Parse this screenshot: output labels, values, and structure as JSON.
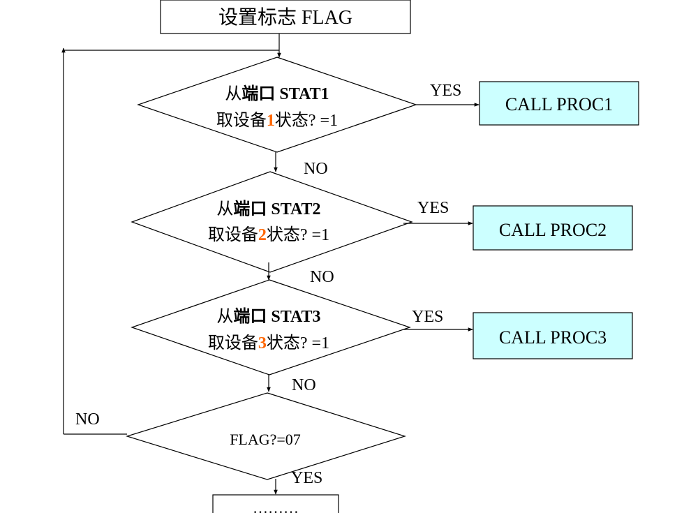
{
  "colors": {
    "process_fill": "#ffffff",
    "call_fill": "#ccffff",
    "stroke": "#000000",
    "highlight_digit": "#ff6600",
    "text": "#000000"
  },
  "start": {
    "label": "设置标志 FLAG"
  },
  "decisions": [
    {
      "prefix": "从",
      "port_word": "端口",
      "port": "STAT1",
      "line2_pre": "取设备",
      "digit": "1",
      "line2_post": "状态? =1",
      "no_label": "NO",
      "yes_label": "YES"
    },
    {
      "prefix": "从",
      "port_word": "端口",
      "port": "STAT2",
      "line2_pre": "取设备",
      "digit": "2",
      "line2_post": "状态? =1",
      "no_label": "NO",
      "yes_label": "YES"
    },
    {
      "prefix": "从",
      "port_word": "端口",
      "port": "STAT3",
      "line2_pre": "取设备",
      "digit": "3",
      "line2_post": "状态? =1",
      "no_label": "NO",
      "yes_label": "YES"
    }
  ],
  "calls": [
    {
      "label": "CALL PROC1"
    },
    {
      "label": "CALL PROC2"
    },
    {
      "label": "CALL PROC3"
    }
  ],
  "final_decision": {
    "label": "FLAG?=07",
    "no_label": "NO",
    "yes_label": "YES"
  },
  "end": {
    "label": "………"
  }
}
